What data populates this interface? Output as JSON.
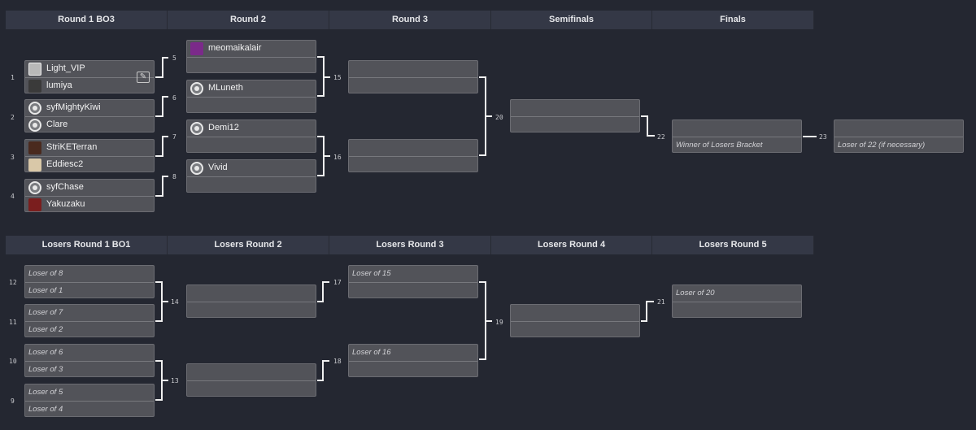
{
  "winners_headers": [
    "Round 1 BO3",
    "Round 2",
    "Round 3",
    "Semifinals",
    "Finals"
  ],
  "losers_headers": [
    "Losers Round 1 BO1",
    "Losers Round 2",
    "Losers Round 3",
    "Losers Round 4",
    "Losers Round 5"
  ],
  "icons": {
    "edit": "edit-icon"
  },
  "winners": {
    "m1": {
      "num": "1",
      "p1": "Light_VIP",
      "p2": "lumiya"
    },
    "m2": {
      "num": "2",
      "p1": "syfMightyKiwi",
      "p2": "Clare"
    },
    "m3": {
      "num": "3",
      "p1": "StriKETerran",
      "p2": "Eddiesc2"
    },
    "m4": {
      "num": "4",
      "p1": "syfChase",
      "p2": "Yakuzaku"
    },
    "m5": {
      "num": "5",
      "p1": "meomaikalair",
      "p2": ""
    },
    "m6": {
      "num": "6",
      "p1": "MLuneth",
      "p2": ""
    },
    "m7": {
      "num": "7",
      "p1": "Demi12",
      "p2": ""
    },
    "m8": {
      "num": "8",
      "p1": "Vivid",
      "p2": ""
    },
    "m15": {
      "num": "15"
    },
    "m16": {
      "num": "16"
    },
    "m20": {
      "num": "20"
    },
    "m22": {
      "num": "22",
      "p2": "Winner of Losers Bracket"
    },
    "m23": {
      "num": "23",
      "p2": "Loser of 22 (if necessary)"
    }
  },
  "losers": {
    "m12": {
      "num": "12",
      "p1": "Loser of 8",
      "p2": "Loser of 1"
    },
    "m11": {
      "num": "11",
      "p1": "Loser of 7",
      "p2": "Loser of 2"
    },
    "m10": {
      "num": "10",
      "p1": "Loser of 6",
      "p2": "Loser of 3"
    },
    "m9": {
      "num": "9",
      "p1": "Loser of 5",
      "p2": "Loser of 4"
    },
    "m14": {
      "num": "14"
    },
    "m13": {
      "num": "13"
    },
    "m17": {
      "num": "17",
      "p1": "Loser of 15"
    },
    "m18": {
      "num": "18",
      "p1": "Loser of 16"
    },
    "m19": {
      "num": "19"
    },
    "m21": {
      "num": "21",
      "p1": "Loser of 20"
    }
  }
}
